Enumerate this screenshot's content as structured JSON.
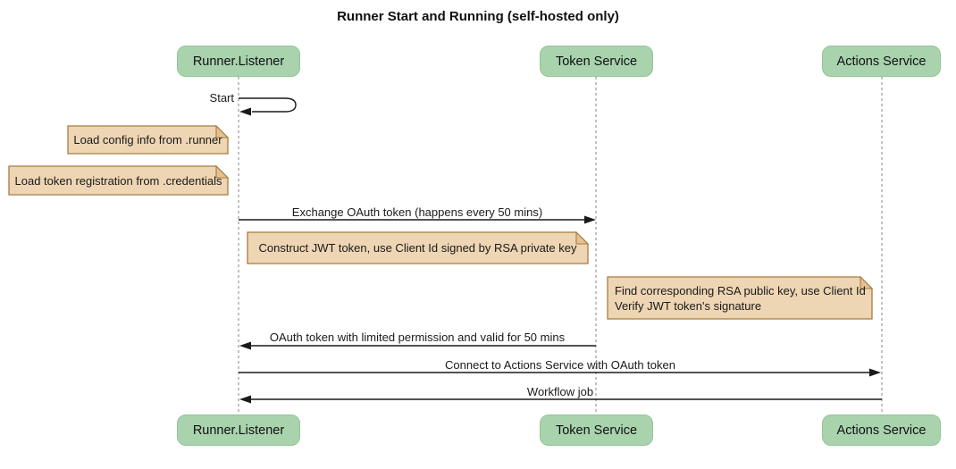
{
  "title": "Runner Start and Running (self-hosted only)",
  "actors": {
    "runner": "Runner.Listener",
    "token": "Token Service",
    "actions": "Actions Service"
  },
  "messages": {
    "start": "Start",
    "exchange": "Exchange OAuth token (happens every 50 mins)",
    "oauth_return": "OAuth token with limited permission and valid for 50 mins",
    "connect": "Connect to Actions Service with OAuth token",
    "workflow": "Workflow job"
  },
  "notes": {
    "config": "Load config info from .runner",
    "credentials": "Load token registration from .credentials",
    "jwt": "Construct JWT token, use Client Id signed by RSA private key",
    "verify": "Find corresponding RSA public key, use Client Id\nVerify JWT token's signature"
  },
  "colors": {
    "actor_fill": "#a8d3ad",
    "actor_border": "#93c498",
    "note_fill": "#eed5b3",
    "note_fold": "#e3c292",
    "note_border": "#a77c42",
    "lifeline": "#999999",
    "line": "#1a1a1a"
  }
}
